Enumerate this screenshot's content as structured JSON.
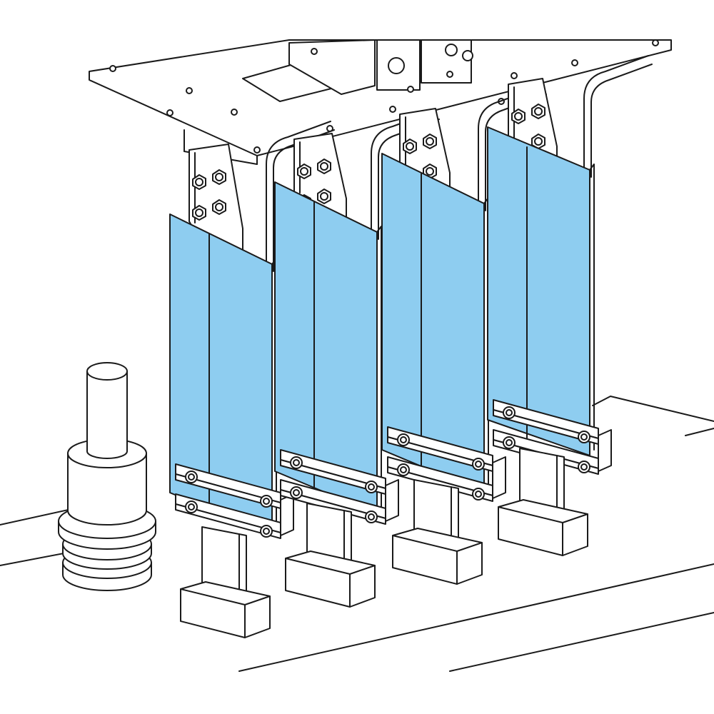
{
  "illustration": {
    "subject": "busbar-assembly-with-insulating-sleeves",
    "sleeve_count": 4,
    "bolts_per_terminal": 4,
    "colors": {
      "sleeve_fill": "#8ecdf0",
      "line": "#1a1a1a",
      "background": "#ffffff"
    },
    "icons": {
      "insulator": "post-insulator-icon",
      "bolt": "hex-bolt-icon",
      "sleeve": "insulating-sleeve-icon"
    }
  }
}
